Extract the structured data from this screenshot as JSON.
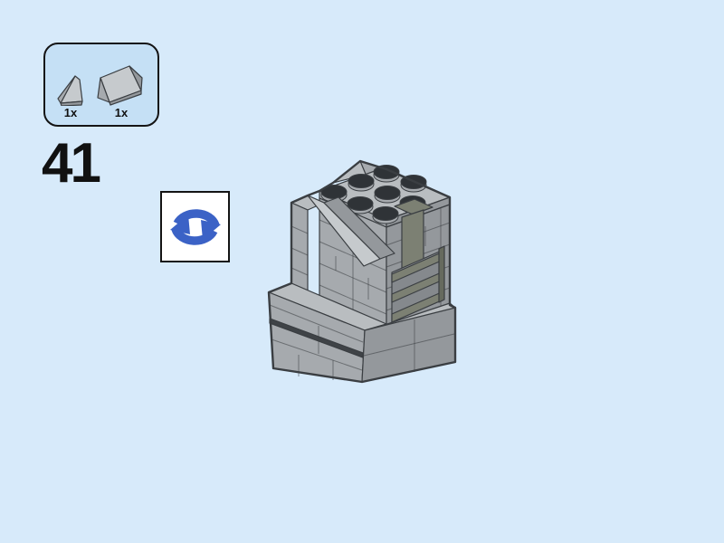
{
  "colors": {
    "page_bg": "#d7eafa",
    "panel_fill": "#c5e0f5",
    "panel_border": "#141414",
    "accent_blue": "#3b62c6",
    "ink": "#111111",
    "brick_top": "#b9bdc0",
    "brick_light": "#c6cacd",
    "brick_mid": "#a6aaae",
    "brick_dark": "#94989c",
    "brick_deep": "#85898d",
    "stud_dark": "#2f3337",
    "olive": "#7c8073",
    "olive_dark": "#666a5e",
    "outline": "#3a3e42",
    "gap_dark": "#3f4347"
  },
  "step": {
    "number": "41"
  },
  "parts_panel": {
    "parts": [
      {
        "icon": "slope-1x1-grey-icon",
        "quantity_label": "1x"
      },
      {
        "icon": "slope-1x2-grey-icon",
        "quantity_label": "1x"
      }
    ]
  },
  "rotate_hint": {
    "icon": "rotate-arrows-icon"
  }
}
